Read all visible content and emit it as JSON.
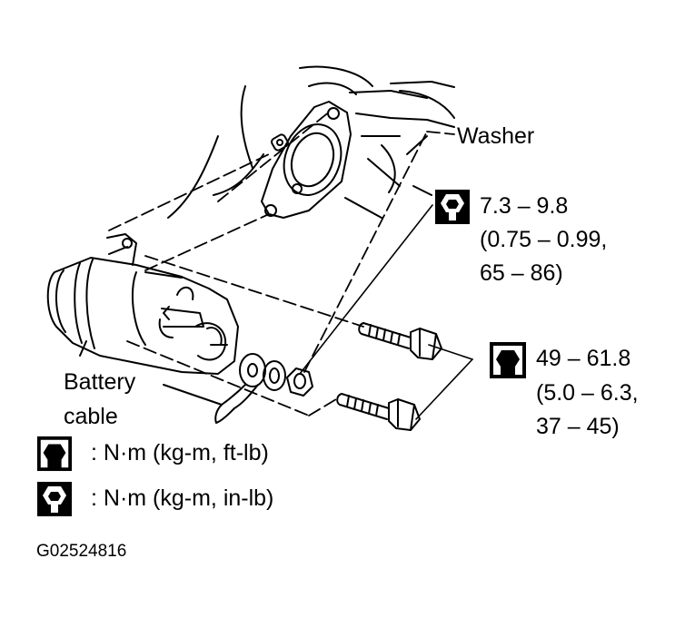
{
  "labels": {
    "washer": "Washer",
    "battery_cable_line1": "Battery",
    "battery_cable_line2": "cable"
  },
  "torque_specs": [
    {
      "tool_icon": "filled-wrench-icon",
      "line1": "7.3 – 9.8",
      "line2": "(0.75 – 0.99,",
      "line3": "65 – 86)"
    },
    {
      "tool_icon": "outline-wrench-icon",
      "line1": "49 – 61.8",
      "line2": "(5.0 – 6.3,",
      "line3": "37 – 45)"
    }
  ],
  "legend": [
    {
      "tool_icon": "outline-wrench-icon",
      "text": ": N·m (kg-m, ft-lb)"
    },
    {
      "tool_icon": "filled-wrench-icon",
      "text": ": N·m (kg-m, in-lb)"
    }
  ],
  "figure_id": "G02524816"
}
